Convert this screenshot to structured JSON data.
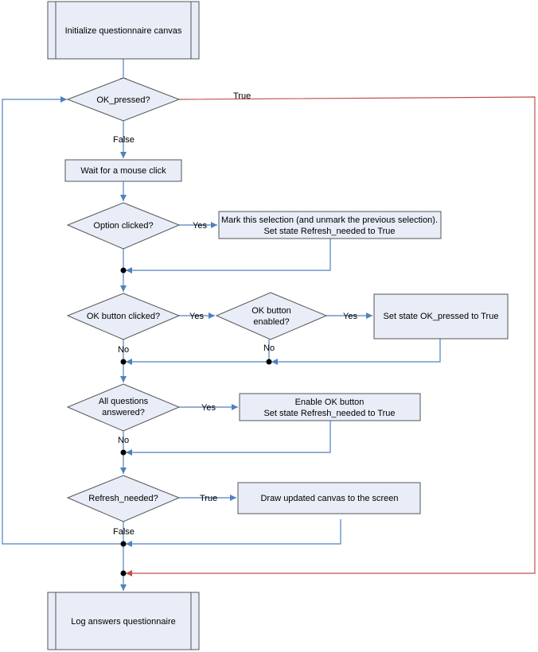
{
  "diagram": {
    "colors": {
      "node_fill": "#e8edf7",
      "node_border": "#555555",
      "flow": "#4f81bd",
      "true_flow": "#c0504d"
    },
    "nodes": {
      "start": "Initialize questionnaire canvas",
      "ok_pressed": "OK_pressed?",
      "wait_click": "Wait for a mouse click",
      "option_clicked": "Option clicked?",
      "mark_selection_1": "Mark this selection (and unmark the previous selection).",
      "mark_selection_2": "Set state Refresh_needed to True",
      "ok_button_clicked": "OK button clicked?",
      "ok_enabled_1": "OK button",
      "ok_enabled_2": "enabled?",
      "set_ok_pressed": "Set state OK_pressed to True",
      "all_answered_1": "All questions",
      "all_answered_2": "answered?",
      "enable_ok_1": "Enable OK button",
      "enable_ok_2": "Set state Refresh_needed to True",
      "refresh_needed": "Refresh_needed?",
      "draw_canvas": "Draw updated canvas to the screen",
      "end": "Log answers questionnaire"
    },
    "edge_labels": {
      "ok_true": "True",
      "ok_false": "False",
      "option_yes": "Yes",
      "okclick_yes": "Yes",
      "enabled_yes": "Yes",
      "okclick_no": "No",
      "enabled_no": "No",
      "answered_yes": "Yes",
      "answered_no": "No",
      "refresh_true": "True",
      "refresh_false": "False"
    }
  }
}
